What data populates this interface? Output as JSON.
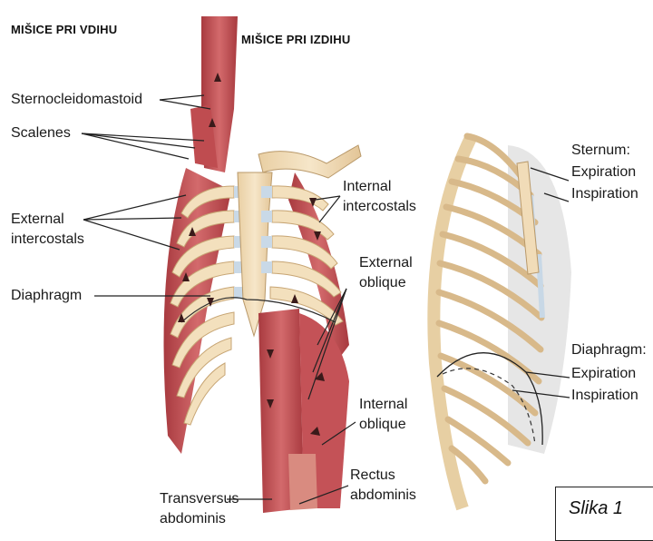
{
  "headers": {
    "inspiration_muscles": "MIŠICE PRI VDIHU",
    "expiration_muscles": "MIŠICE PRI IZDIHU"
  },
  "labels": {
    "sternocleidomastoid": "Sternocleidomastoid",
    "scalenes": "Scalenes",
    "external_intercostals_1": "External",
    "external_intercostals_2": "intercostals",
    "diaphragm": "Diaphragm",
    "internal_intercostals_1": "Internal",
    "internal_intercostals_2": "intercostals",
    "external_oblique_1": "External",
    "external_oblique_2": "oblique",
    "internal_oblique_1": "Internal",
    "internal_oblique_2": "oblique",
    "rectus_abdominis_1": "Rectus",
    "rectus_abdominis_2": "abdominis",
    "transversus_abdominis_1": "Transversus",
    "transversus_abdominis_2": "abdominis",
    "sternum": "Sternum:",
    "sternum_expiration": "Expiration",
    "sternum_inspiration": "Inspiration",
    "diaphragm_right": "Diaphragm:",
    "diaphragm_expiration": "Expiration",
    "diaphragm_inspiration": "Inspiration"
  },
  "caption": "Slika 1",
  "colors": {
    "muscle": "#c9555a",
    "muscle_dark": "#9c3438",
    "bone": "#f1dcb8",
    "cartilage": "#c8d8e6",
    "shadow": "#e4e4e4"
  }
}
